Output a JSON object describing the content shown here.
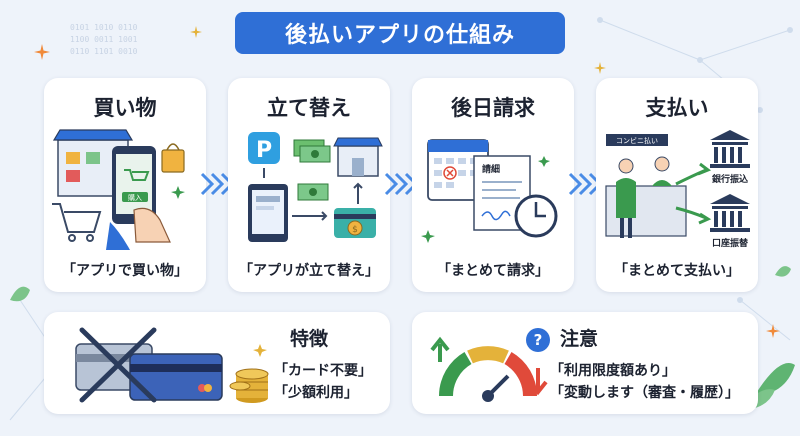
{
  "title": "後払いアプリの仕組み",
  "steps": [
    {
      "title": "買い物",
      "caption": "「アプリで買い物」",
      "icons": [
        "store-icon",
        "shopping-cart-icon",
        "smartphone-icon",
        "shopping-bag-icon"
      ],
      "button_text": "購入"
    },
    {
      "title": "立て替え",
      "caption": "「アプリが立て替え」",
      "icons": [
        "app-logo-icon",
        "cash-icon",
        "store-icon",
        "tablet-icon",
        "coin-card-icon"
      ],
      "logo_letter": "P"
    },
    {
      "title": "後日請求",
      "caption": "「まとめて請求」",
      "icons": [
        "calendar-icon",
        "invoice-icon",
        "clock-icon"
      ],
      "invoice_label": "請細"
    },
    {
      "title": "支払い",
      "caption": "「まとめて支払い」",
      "icons": [
        "convenience-store-counter-icon",
        "bank-icon",
        "bank-icon"
      ],
      "counter_sign": "コンビニ払い",
      "bank_transfer": "銀行振込",
      "account_transfer": "口座振替"
    }
  ],
  "features": {
    "title": "特徴",
    "lines": [
      "「カード不要」",
      "「少額利用」"
    ],
    "icons": [
      "crossed-card-icon",
      "coin-stack-icon"
    ]
  },
  "notes": {
    "title": "注意",
    "lines": [
      "「利用限度額あり」",
      "「変動します（審査・履歴）」"
    ],
    "icons": [
      "gauge-icon",
      "question-icon",
      "up-arrow-icon",
      "down-arrow-icon"
    ]
  },
  "colors": {
    "accent": "#2f6fd6",
    "chevron": "#4a8ce6",
    "green": "#3a9a4e",
    "red": "#e04a3a",
    "gold": "#e4b23a"
  }
}
